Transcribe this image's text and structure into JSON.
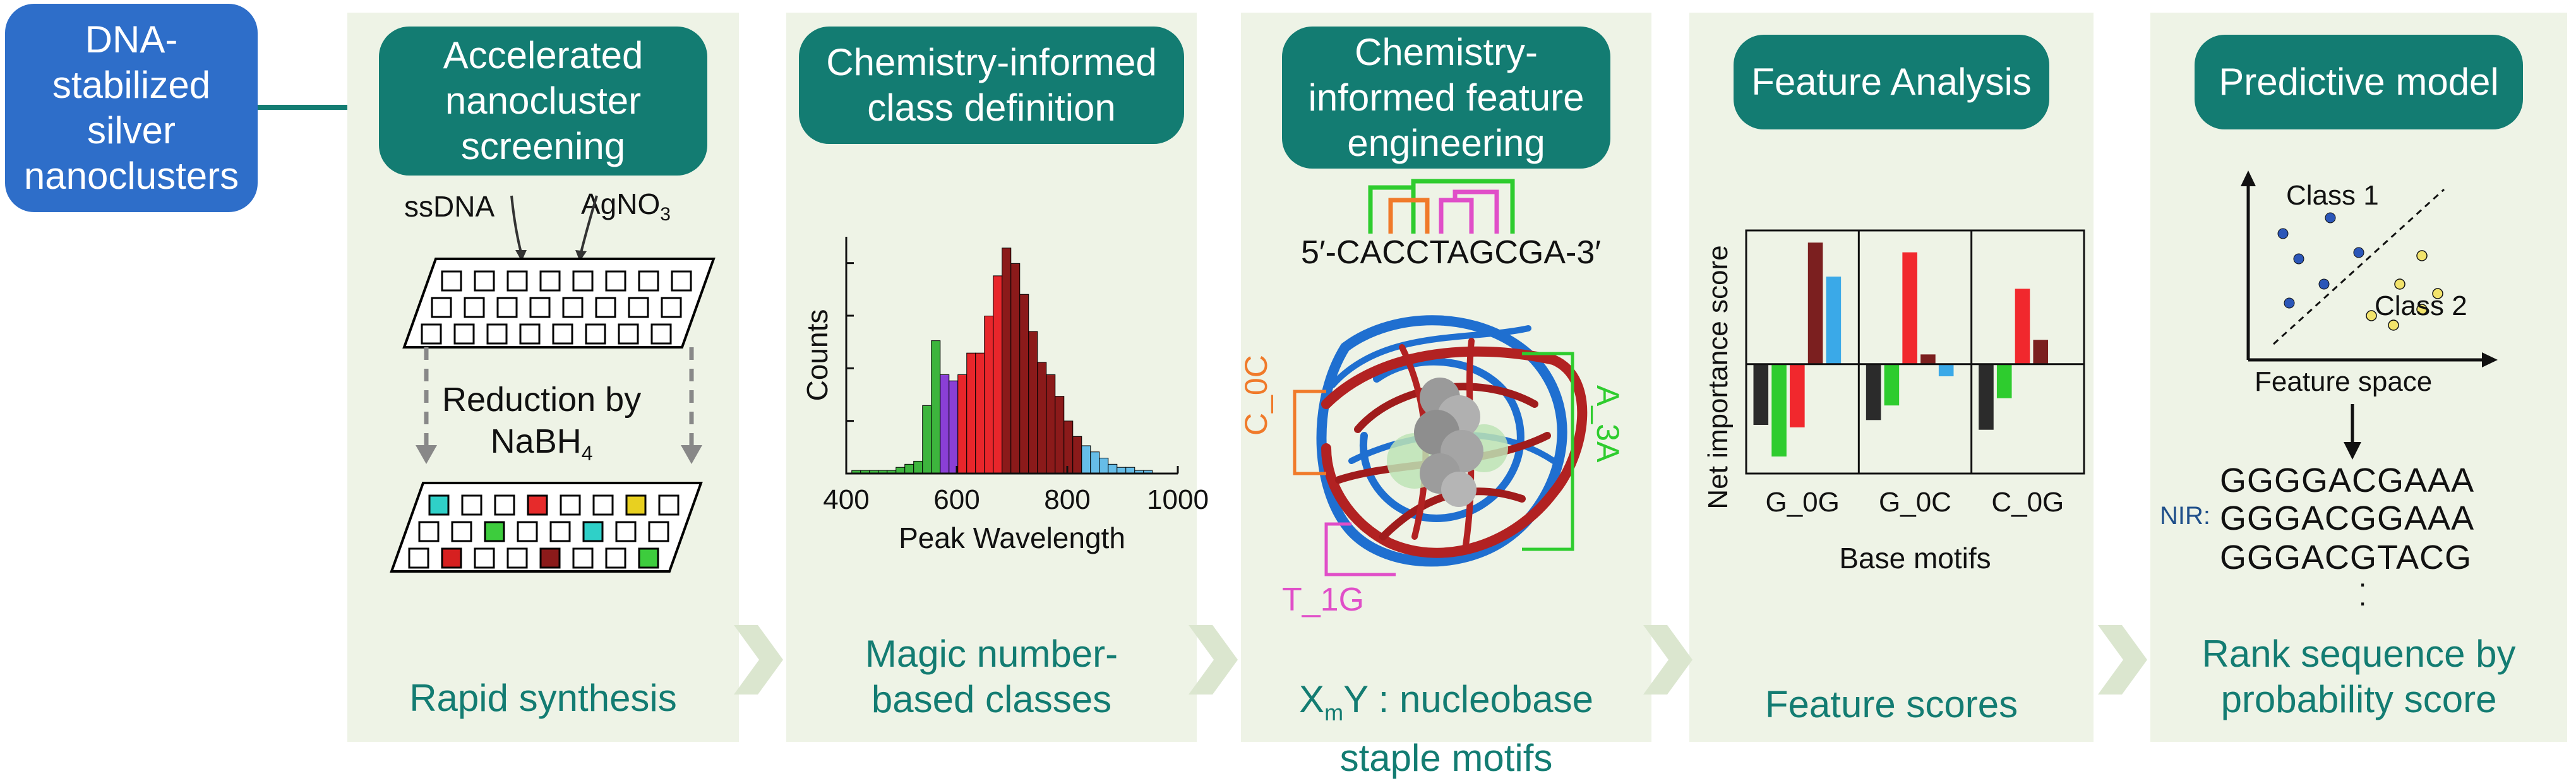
{
  "source_box": "DNA-\nstabilized\nsilver\nnanoclusters",
  "panels": [
    {
      "header": "Accelerated\nnanocluster\nscreening",
      "caption": "Rapid synthesis",
      "ssdna": "ssDNA",
      "agno3": "AgNO",
      "agno3_sub": "3",
      "reduction_line1": "Reduction by",
      "reduction_line2": "NaBH",
      "reduction_sub": "4"
    },
    {
      "header": "Chemistry-informed\nclass definition",
      "caption": "Magic number-\nbased classes",
      "ylabel": "Counts",
      "xlabel": "Peak Wavelength",
      "xticks": [
        "400",
        "600",
        "800",
        "1000"
      ]
    },
    {
      "header": "Chemistry-\ninformed feature\nengineering",
      "caption_main": "X",
      "caption_sub": "m",
      "caption_rest": "Y : nucleobase\nstaple motifs",
      "sequence": "5′-CACCTAGCGA-3′",
      "motif_c0c": "C_0C",
      "motif_a3a": "A_3A",
      "motif_t1g": "T_1G"
    },
    {
      "header": "Feature Analysis",
      "caption": "Feature scores",
      "ylabel": "Net importance score",
      "xlabel": "Base motifs",
      "groups": [
        "G_0G",
        "G_0C",
        "C_0G"
      ]
    },
    {
      "header": "Predictive model",
      "caption": "Rank sequence by\nprobability score",
      "class1": "Class 1",
      "class2": "Class 2",
      "xlabel": "Feature space",
      "nir_label": "NIR:",
      "sequences": [
        "GGGGACGAAA",
        "GGGACGGAAA",
        "GGGACGTACG"
      ],
      "ellipsis": "."
    }
  ],
  "chart_data": [
    {
      "type": "bar",
      "title": "",
      "xlabel": "Peak Wavelength",
      "ylabel": "Counts",
      "xlim": [
        400,
        1000
      ],
      "xticks": [
        400,
        600,
        800,
        1000
      ],
      "bin_width": 16,
      "bins": [
        410,
        426,
        442,
        458,
        474,
        490,
        506,
        522,
        538,
        554,
        570,
        586,
        602,
        618,
        634,
        650,
        666,
        682,
        698,
        714,
        730,
        746,
        762,
        778,
        794,
        810,
        826,
        842,
        858,
        874,
        890,
        906,
        922,
        938
      ],
      "values": [
        1,
        1,
        1,
        1,
        1,
        2,
        3,
        4,
        22,
        43,
        32,
        30,
        32,
        39,
        39,
        51,
        64,
        73,
        68,
        58,
        46,
        36,
        32,
        25,
        17,
        12,
        9,
        7,
        5,
        3,
        2,
        2,
        1,
        1
      ],
      "class_colors": [
        "#3db53d",
        "#8a3fd6",
        "#e8262b",
        "#8b1a1a",
        "#66bde8"
      ],
      "class_boundaries_nm": [
        570,
        602,
        682,
        826
      ]
    },
    {
      "type": "bar",
      "title": "",
      "xlabel": "Base motifs",
      "ylabel": "Net importance score",
      "categories": [
        "G_0G",
        "G_0C",
        "C_0G"
      ],
      "series": [
        {
          "color": "#2b2b2b",
          "values": [
            -0.25,
            -0.23,
            -0.27
          ]
        },
        {
          "color": "#2ecc2e",
          "values": [
            -0.38,
            -0.17,
            -0.14
          ]
        },
        {
          "color": "#f1282d",
          "values": [
            -0.26,
            0.46,
            0.31
          ]
        },
        {
          "color": "#7b1f1f",
          "values": [
            0.5,
            0.04,
            0.1
          ]
        },
        {
          "color": "#3aa9e8",
          "values": [
            0.36,
            -0.05,
            0
          ]
        }
      ],
      "ylim": [
        -0.45,
        0.55
      ]
    }
  ],
  "colors": {
    "teal": "#137c72",
    "panel_bg": "#eef3e6",
    "source_blue": "#2e6ec9",
    "chevron": "#dbe6cf"
  }
}
